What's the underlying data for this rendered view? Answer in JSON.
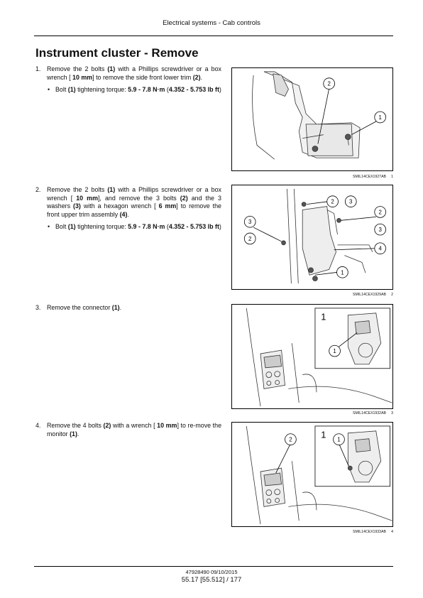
{
  "header": {
    "section": "Electrical systems - Cab controls"
  },
  "title": "Instrument cluster - Remove",
  "steps": [
    {
      "num": "1.",
      "html": "Remove the 2 bolts <b>(1)</b> with a Phillips screwdriver or a box wrench [ <b>10 mm</b>] to remove the side front lower trim <b>(2)</b>.",
      "bullet": "Bolt <b>(1)</b> tightening torque: <b>5.9 - 7.8 N·m</b> (<b>4.352 - 5.753 lb ft</b>)"
    },
    {
      "num": "2.",
      "html": "Remove the 2 bolts <b>(1)</b> with a Phillips screwdriver or a box wrench [ <b>10 mm</b>], and remove the 3 bolts <b>(2)</b> and the 3 washers <b>(3)</b> with a hexagon wrench [ <b>6 mm</b>] to remove the front upper trim assembly <b>(4)</b>.",
      "bullet": "Bolt <b>(1)</b> tightening torque: <b>5.9 - 7.8 N·m</b> (<b>4.352 - 5.753 lb ft</b>)"
    },
    {
      "num": "3.",
      "html": "Remove the connector <b>(1)</b>."
    },
    {
      "num": "4.",
      "html": "Remove the 4 bolts <b>(2)</b> with a wrench [ <b>10 mm</b>] to re-move the monitor <b>(1)</b>."
    }
  ],
  "figures": [
    {
      "code": "SMIL14CEX1927AB",
      "num": "1",
      "callouts": [
        "2",
        "1"
      ]
    },
    {
      "code": "SMIL14CEX1929AB",
      "num": "2",
      "callouts": [
        "2",
        "3",
        "2",
        "3",
        "3",
        "2",
        "4",
        "1"
      ]
    },
    {
      "code": "SMIL14CEX1932AB",
      "num": "3",
      "callouts": [
        "1",
        "1"
      ]
    },
    {
      "code": "SMIL14CEX1933AB",
      "num": "4",
      "callouts": [
        "1",
        "2",
        "1"
      ]
    }
  ],
  "footer": {
    "doc": "47928490 09/10/2015",
    "page": "55.17 [55.512] / 177"
  }
}
